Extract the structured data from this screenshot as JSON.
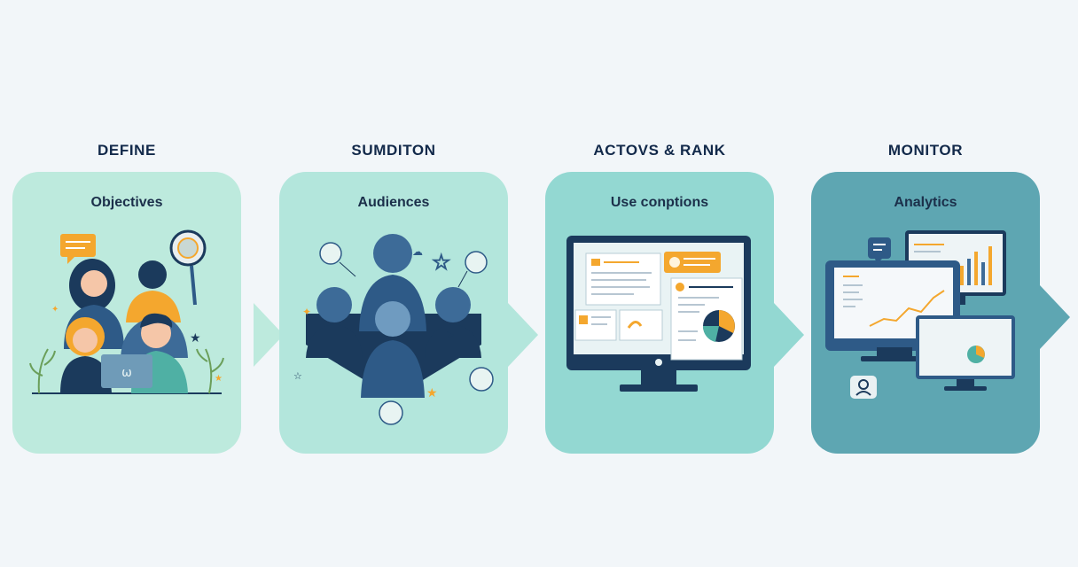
{
  "stages": [
    {
      "title": "DEFINE",
      "label": "Objectives",
      "color": "#bdeadd"
    },
    {
      "title": "SUMDITON",
      "label": "Audiences",
      "color": "#b3e6dc"
    },
    {
      "title": "ACTOVS & RANK",
      "label": "Use conptions",
      "color": "#93d8d2"
    },
    {
      "title": "MONITOR",
      "label": "Analytics",
      "color": "#5ea6b2"
    }
  ],
  "icons": {
    "stage1": [
      "speech-bubble-icon",
      "magnifier-icon",
      "laptop-icon",
      "leaf-icon",
      "star-icon"
    ],
    "stage2": [
      "people-group-icon",
      "star-icon",
      "cloud-icon",
      "chat-icon",
      "paper-plane-icon"
    ],
    "stage3": [
      "monitor-icon",
      "document-icon",
      "pie-chart-icon",
      "notification-icon"
    ],
    "stage4": [
      "monitor-icon",
      "line-chart-icon",
      "bar-chart-icon",
      "pie-chart-icon",
      "user-icon"
    ]
  },
  "colors": {
    "navy": "#2e5a87",
    "dark": "#1b3a5c",
    "accent": "#f4a72e",
    "background": "#f2f6f9"
  }
}
